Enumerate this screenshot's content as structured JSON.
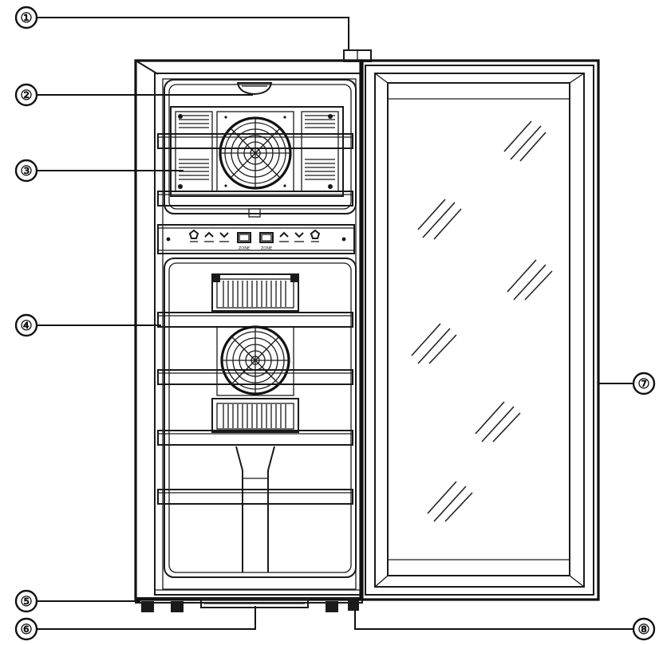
{
  "callouts": [
    {
      "id": "1",
      "label": "①"
    },
    {
      "id": "2",
      "label": "②"
    },
    {
      "id": "3",
      "label": "③"
    },
    {
      "id": "4",
      "label": "④"
    },
    {
      "id": "5",
      "label": "⑤"
    },
    {
      "id": "6",
      "label": "⑥"
    },
    {
      "id": "7",
      "label": "⑦"
    },
    {
      "id": "8",
      "label": "⑧"
    }
  ],
  "control_panel": {
    "left_display_caption": "ZONE",
    "right_display_caption": "ZONE"
  },
  "colors": {
    "line": "#1a1a1a",
    "background": "#ffffff"
  }
}
